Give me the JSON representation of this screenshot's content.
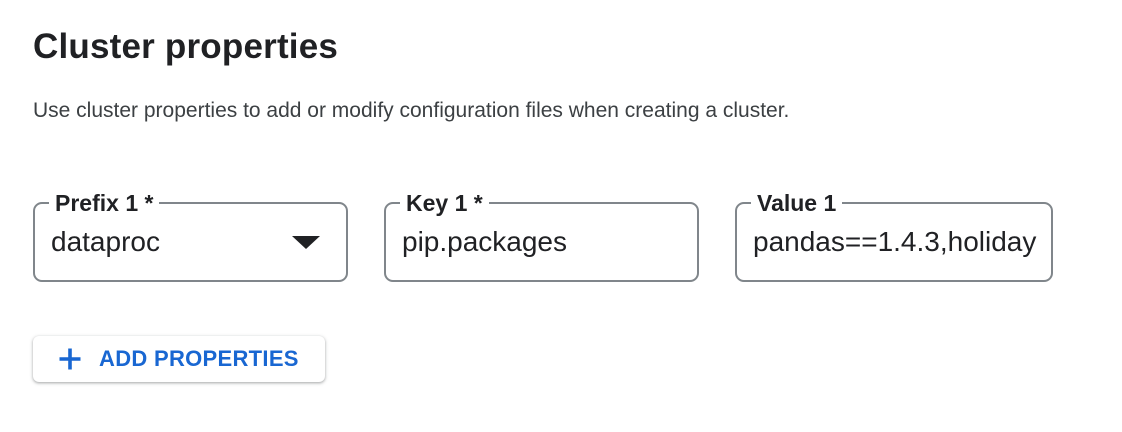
{
  "section": {
    "title": "Cluster properties",
    "description": "Use cluster properties to add or modify configuration files when creating a cluster."
  },
  "fields": [
    {
      "label": "Prefix 1 *",
      "value": "dataproc",
      "control": "dropdown",
      "required": true
    },
    {
      "label": "Key 1 *",
      "value": "pip.packages",
      "control": "text-input",
      "required": true
    },
    {
      "label": "Value 1",
      "value": "pandas==1.4.3,holiday",
      "control": "text-input",
      "required": false
    }
  ],
  "actions": {
    "add_properties_label": "ADD PROPERTIES",
    "add_icon": "plus-icon"
  },
  "icons": {
    "dropdown": "caret-down-icon",
    "add": "plus-icon"
  },
  "colors": {
    "accent_blue": "#1967d2",
    "outline_gray": "#80868b",
    "text_primary": "#202124",
    "text_secondary": "#3c4043",
    "background": "#ffffff"
  }
}
